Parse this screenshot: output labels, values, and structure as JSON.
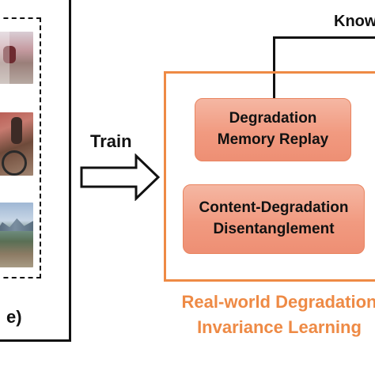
{
  "left_panel": {
    "caption": "e)"
  },
  "arrow": {
    "label": "Train"
  },
  "connector": {
    "label": "Know"
  },
  "modules": [
    {
      "line1": "Degradation",
      "line2": "Memory Replay"
    },
    {
      "line1": "Content-Degradation",
      "line2": "Disentanglement"
    }
  ],
  "frame": {
    "caption_line1": "Real-world Degradation",
    "caption_line2": "Invariance Learning"
  },
  "colors": {
    "accent_orange": "#ee8a45",
    "module_fill": "#f19a80",
    "stroke": "#111111"
  }
}
